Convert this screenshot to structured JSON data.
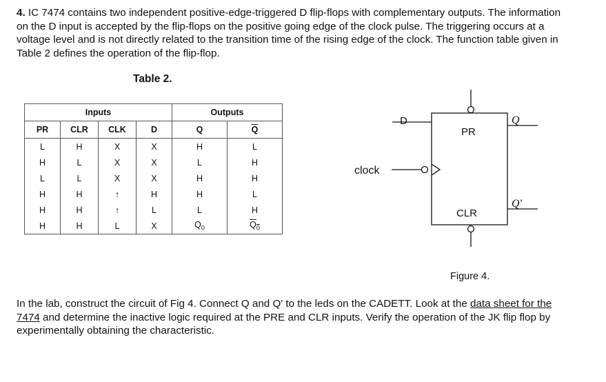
{
  "intro": {
    "number": "4.",
    "text": " IC 7474 contains two independent positive-edge-triggered D flip-flops with complementary outputs. The information on the D input is accepted by the flip-flops on the positive going edge of the clock pulse. The triggering occurs at a voltage level and is not directly related to the transition time of the rising edge of the clock. The function table given in Table 2 defines the operation of the flip-flop."
  },
  "table": {
    "caption": "Table 2.",
    "group_inputs": "Inputs",
    "group_outputs": "Outputs",
    "headers": [
      "PR",
      "CLR",
      "CLK",
      "D",
      "Q",
      "Q"
    ],
    "rows": [
      [
        "L",
        "H",
        "X",
        "X",
        "H",
        "L"
      ],
      [
        "H",
        "L",
        "X",
        "X",
        "L",
        "H"
      ],
      [
        "L",
        "L",
        "X",
        "X",
        "H",
        "H"
      ],
      [
        "H",
        "H",
        "↑",
        "H",
        "H",
        "L"
      ],
      [
        "H",
        "H",
        "↑",
        "L",
        "L",
        "H"
      ],
      [
        "H",
        "H",
        "L",
        "X",
        "Q",
        "Q"
      ]
    ],
    "hold_subscript": "0"
  },
  "figure": {
    "label_d": "D",
    "label_pr": "PR",
    "label_clr": "CLR",
    "label_clock": "clock",
    "label_q": "Q",
    "label_qprime": "Q'",
    "caption": "Figure 4."
  },
  "outro": {
    "text_before": "In the lab, construct the circuit of Fig 4. Connect Q and Q' to the leds on the CADETT. Look at the ",
    "link_text": "data sheet for the 7474",
    "text_after": " and determine the inactive logic required at the PRE and CLR inputs. Verify the operation of the JK flip flop by experimentally obtaining the characteristic."
  }
}
